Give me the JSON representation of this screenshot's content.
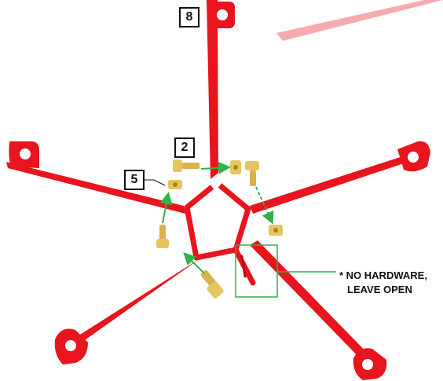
{
  "callouts": {
    "part_8": "8",
    "part_2": "2",
    "part_5": "5"
  },
  "note": {
    "line1": "* NO HARDWARE,",
    "line2": "LEAVE OPEN"
  },
  "colors": {
    "frame_red": "#e8141e",
    "frame_dark": "#b30d14",
    "brass": "#d9b24a",
    "arrow_green": "#2fb34a",
    "callout_border": "#111111"
  }
}
